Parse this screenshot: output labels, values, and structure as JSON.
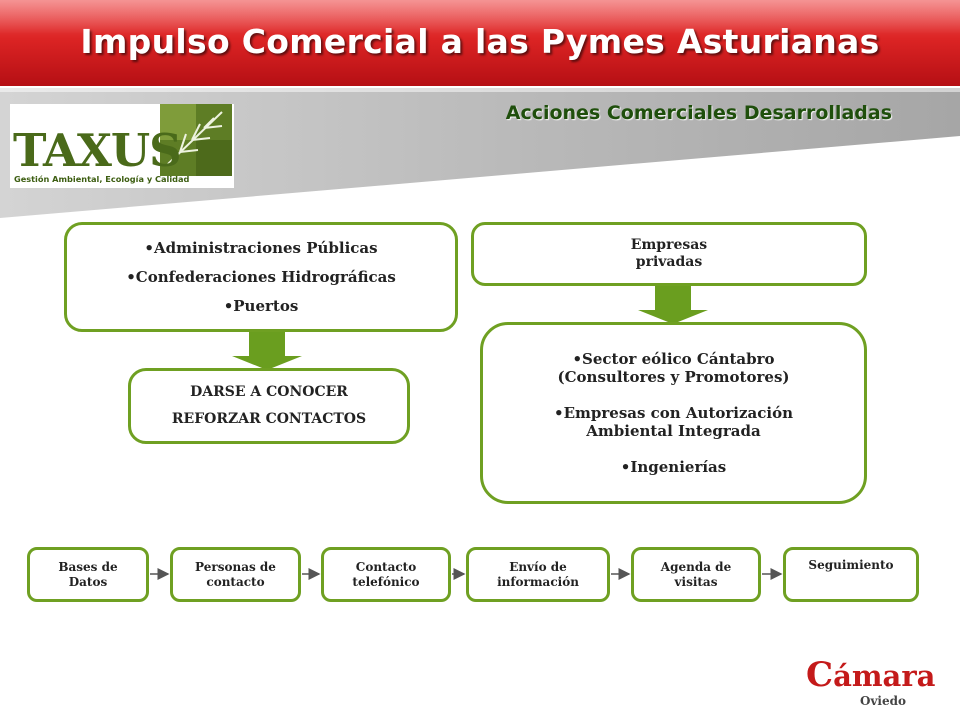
{
  "header": {
    "title": "Impulso Comercial a las Pymes Asturianas",
    "subtitle": "Acciones Comerciales Desarrolladas"
  },
  "logo": {
    "name": "TAXUS",
    "tagline": "Gestión Ambiental, Ecología y Calidad"
  },
  "left_panel": {
    "items": [
      "•Administraciones Públicas",
      "•Confederaciones Hidrográficas",
      "•Puertos"
    ],
    "goal_lines": [
      "DARSE A CONOCER",
      "REFORZAR CONTACTOS"
    ]
  },
  "right_panel": {
    "header_lines": [
      "Empresas",
      "privadas"
    ],
    "sectors": [
      {
        "lines": [
          "•Sector eólico Cántabro",
          "(Consultores y Promotores)"
        ]
      },
      {
        "lines": [
          "•Empresas con Autorización",
          "Ambiental Integrada"
        ]
      },
      {
        "lines": [
          "•Ingenierías"
        ]
      }
    ]
  },
  "process": {
    "steps": [
      {
        "lines": [
          "Bases de",
          "Datos"
        ]
      },
      {
        "lines": [
          "Personas de",
          "contacto"
        ]
      },
      {
        "lines": [
          "Contacto",
          "telefónico"
        ]
      },
      {
        "lines": [
          "Envío de",
          "información"
        ]
      },
      {
        "lines": [
          "Agenda de",
          "visitas"
        ]
      },
      {
        "lines": [
          "Seguimiento"
        ]
      }
    ]
  },
  "footer": {
    "brand": "ámara",
    "brand_initial": "C",
    "city": "Oviedo"
  },
  "colors": {
    "title_red": "#dc2424",
    "box_border_green": "#6fa022",
    "arrow_green": "#6a9e1f",
    "subtitle_green": "#1f4f0c",
    "brand_red": "#c41a1a"
  }
}
